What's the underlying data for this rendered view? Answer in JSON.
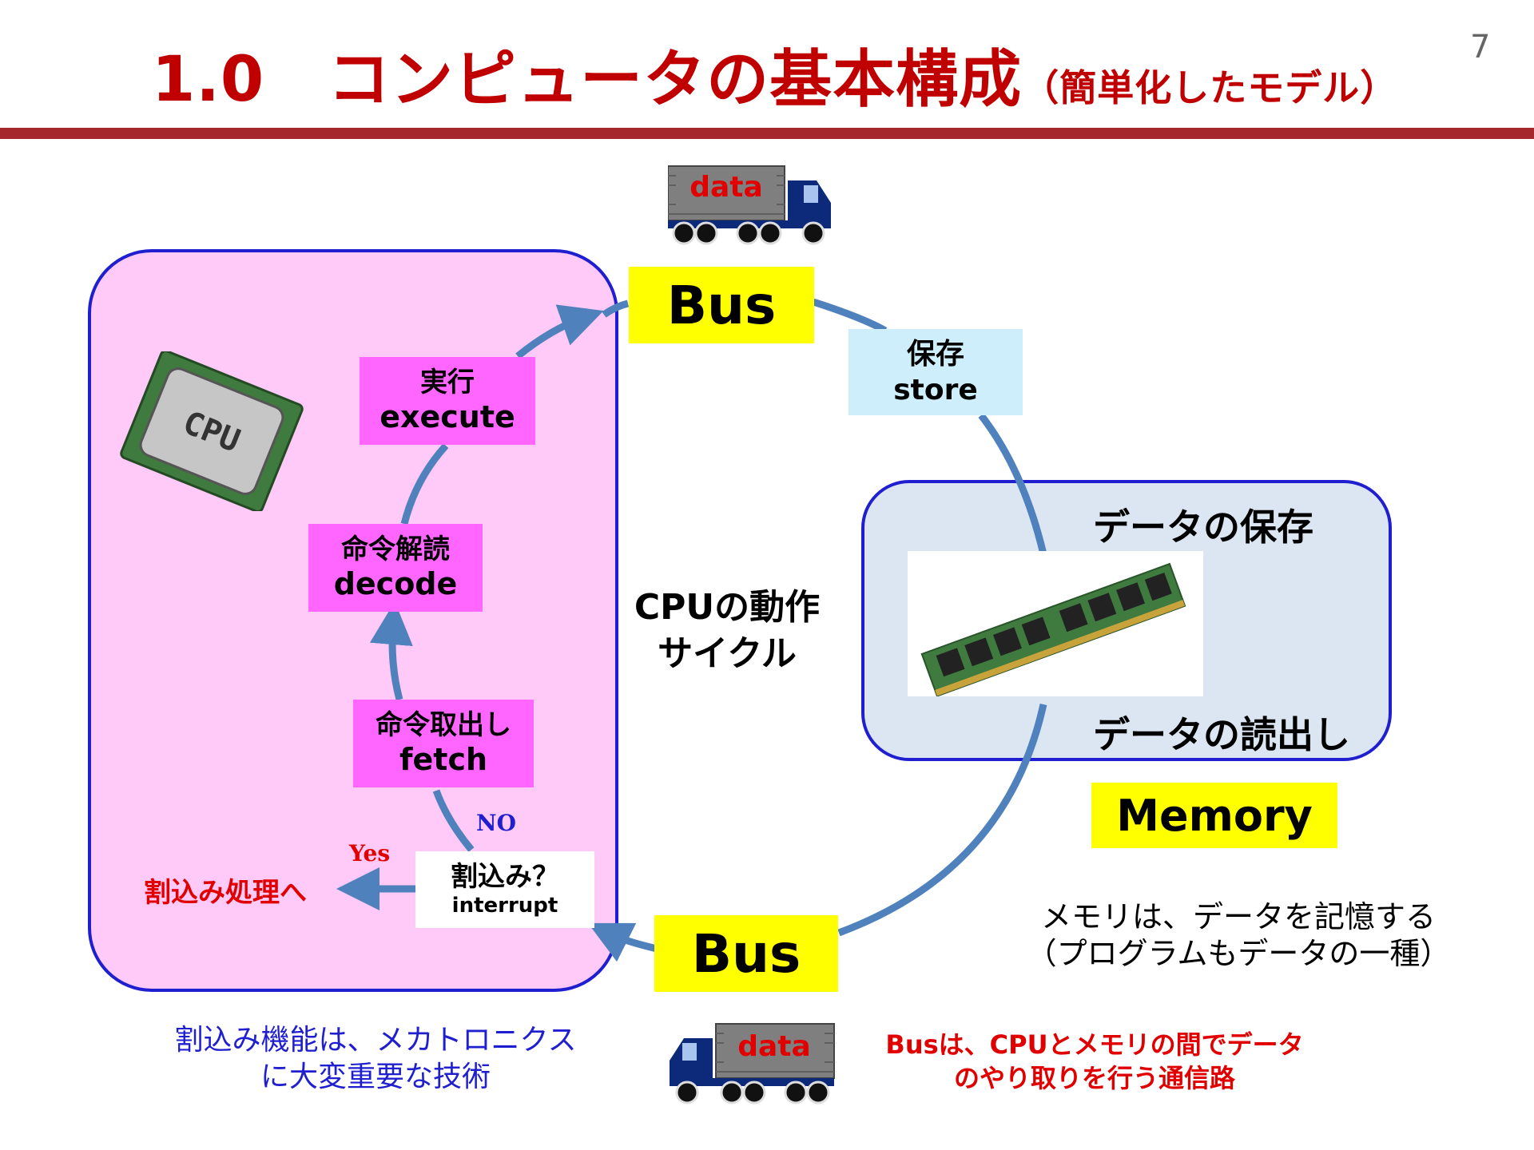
{
  "slide": {
    "title": "1.0　コンピュータの基本構成",
    "subtitle": "（簡単化したモデル）",
    "page_number": "7"
  },
  "bus_top": "Bus",
  "bus_bottom": "Bus",
  "truck_top_label": "data",
  "truck_bottom_label": "data",
  "cpu_cycle": {
    "execute_jp": "実行",
    "execute_en": "execute",
    "decode_jp": "命令解読",
    "decode_en": "decode",
    "fetch_jp": "命令取出し",
    "fetch_en": "fetch",
    "interrupt_jp": "割込み？",
    "interrupt_en": "interrupt",
    "no_label": "NO",
    "yes_label": "Yes",
    "interrupt_go": "割込み処理へ",
    "center_line1": "CPUの動作",
    "center_line2": "サイクル",
    "chip_text": "CPU"
  },
  "store_box": {
    "jp": "保存",
    "en": "store"
  },
  "memory": {
    "save_label": "データの保存",
    "read_label": "データの読出し",
    "title": "Memory"
  },
  "notes": {
    "memory_line1": "メモリは、データを記憶する",
    "memory_line2": "（プログラムもデータの一種）",
    "interrupt_line1": "割込み機能は、メカトロニクス",
    "interrupt_line2": "に大変重要な技術",
    "bus_line1": "Busは、CPUとメモリの間でデータ",
    "bus_line2": "のやり取りを行う通信路"
  },
  "colors": {
    "title_red": "#c00000",
    "rule": "#a5282c",
    "cpu_box_fill": "#ffc9f8",
    "box_border": "#1f1fd0",
    "memory_box_fill": "#dce6f2",
    "bus_yellow": "#ffff00",
    "step_magenta": "#ff66ff",
    "store_blue": "#cfeefc",
    "arrow_blue": "#4f81bd",
    "truck_navy": "#0d2a7a"
  }
}
